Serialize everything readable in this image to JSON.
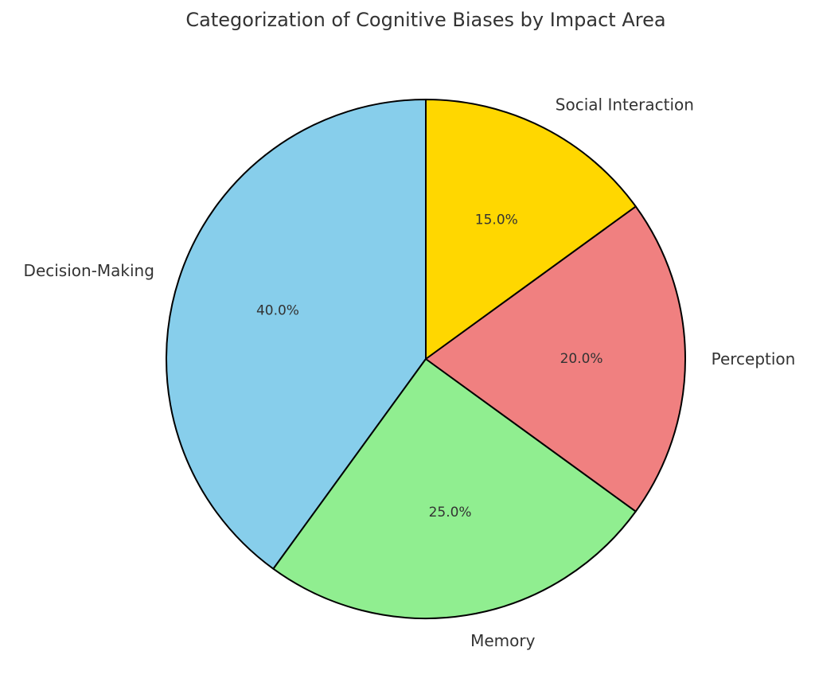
{
  "chart_data": {
    "type": "pie",
    "title": "Categorization of Cognitive Biases by Impact Area",
    "start_angle_deg": 90,
    "direction": "counterclockwise",
    "edge_color": "#000000",
    "slices": [
      {
        "label": "Decision-Making",
        "value": 40.0,
        "pct_label": "40.0%",
        "color": "#87CEEB"
      },
      {
        "label": "Memory",
        "value": 25.0,
        "pct_label": "25.0%",
        "color": "#90EE90"
      },
      {
        "label": "Perception",
        "value": 20.0,
        "pct_label": "20.0%",
        "color": "#F08080"
      },
      {
        "label": "Social Interaction",
        "value": 15.0,
        "pct_label": "15.0%",
        "color": "#FFD700"
      }
    ]
  }
}
